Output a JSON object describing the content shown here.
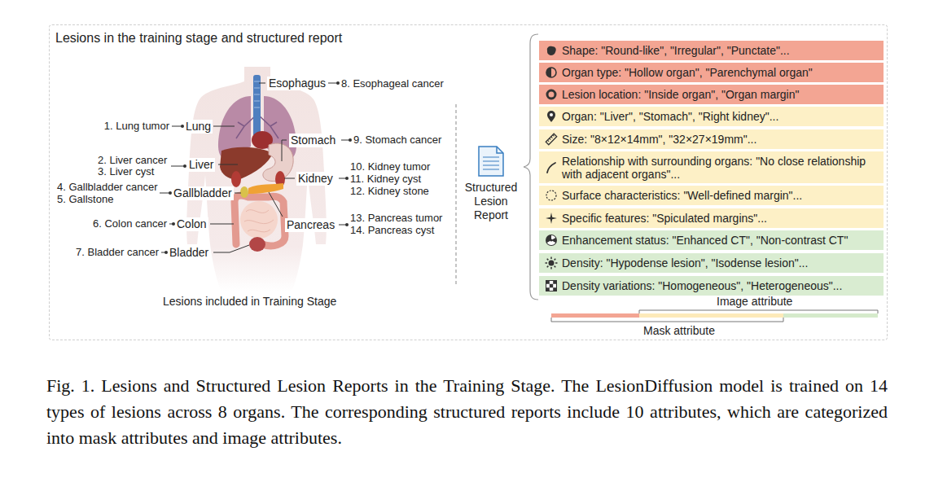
{
  "diagram": {
    "title": "Lesions in the training stage and structured report",
    "caption": "Fig. 1. Lesions and Structured Lesion Reports in the Training Stage. The LesionDiffusion model is trained on 14 types of lesions across 8 organs. The corresponding structured reports include 10 attributes, which are categorized into mask attributes and image attributes.",
    "nodes": [
      {
        "text": [
          "Shape: \"Round-like\", \"Irregular\", \"Punctate\"..."
        ]
      },
      {
        "text": [
          "Organ type: \"Hollow organ\", \"Parenchymal organ\""
        ]
      },
      {
        "text": [
          "Lesion location: \"Inside organ\", \"Organ margin\""
        ]
      },
      {
        "text": [
          "Organ: \"Liver\", \"Stomach\", \"Right kidney\"..."
        ]
      },
      {
        "text": [
          "Size: \"8×12×14mm\", \"32×27×19mm\"..."
        ]
      },
      {
        "text": [
          "Relationship with surrounding organs: \"No close relationship with adjacent organs\"..."
        ]
      },
      {
        "text": [
          "Surface characteristics: \"Well-defined margin\"..."
        ]
      },
      {
        "text": [
          "Specific features: \"Spiculated margins\"..."
        ]
      },
      {
        "text": [
          "Enhancement status: \"Enhanced CT\", \"Non-contrast CT\""
        ]
      },
      {
        "text": [
          "Density: \"Hypodense lesion\", \"Isodense lesion\"..."
        ]
      },
      {
        "text": [
          "Density variations: \"Homogeneous\", \"Heterogeneous\"..."
        ]
      }
    ],
    "labels": [
      "Esophagus",
      "8. Esophageal cancer",
      "1. Lung tumor",
      "Lung",
      "Stomach",
      "9. Stomach cancer",
      "2. Liver cancer",
      "3. Liver cyst",
      "Liver",
      "10. Kidney tumor",
      "Kidney",
      "11. Kidney cyst",
      "4. Gallbladder cancer",
      "5. Gallstone",
      "Gallbladder",
      "12. Kidney stone",
      "6. Colon cancer",
      "Colon",
      "Pancreas",
      "13. Pancreas tumor",
      "14. Pancreas cyst",
      "7. Bladder cancer",
      "Bladder",
      "Lesions included in Training Stage",
      "Structured Lesion Report",
      "Image attribute",
      "Mask attribute"
    ]
  }
}
